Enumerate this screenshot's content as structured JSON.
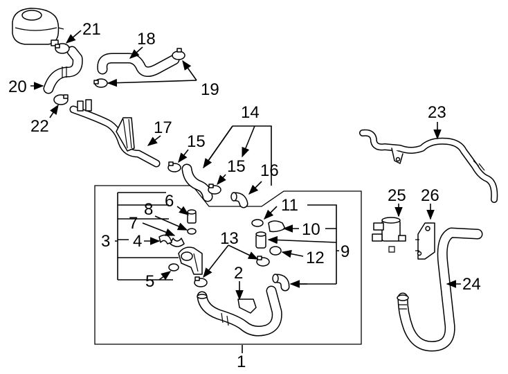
{
  "labels": {
    "l1": "1",
    "l2": "2",
    "l3": "3",
    "l4": "4",
    "l5": "5",
    "l6": "6",
    "l7": "7",
    "l8": "8",
    "l9": "9",
    "l10": "10",
    "l11": "11",
    "l12": "12",
    "l13": "13",
    "l14": "14",
    "l15a": "15",
    "l15b": "15",
    "l16": "16",
    "l17": "17",
    "l18": "18",
    "l19": "19",
    "l20": "20",
    "l21": "21",
    "l22": "22",
    "l23": "23",
    "l24": "24",
    "l25": "25",
    "l26": "26"
  },
  "colors": {
    "line": "#000000",
    "background": "#ffffff"
  }
}
